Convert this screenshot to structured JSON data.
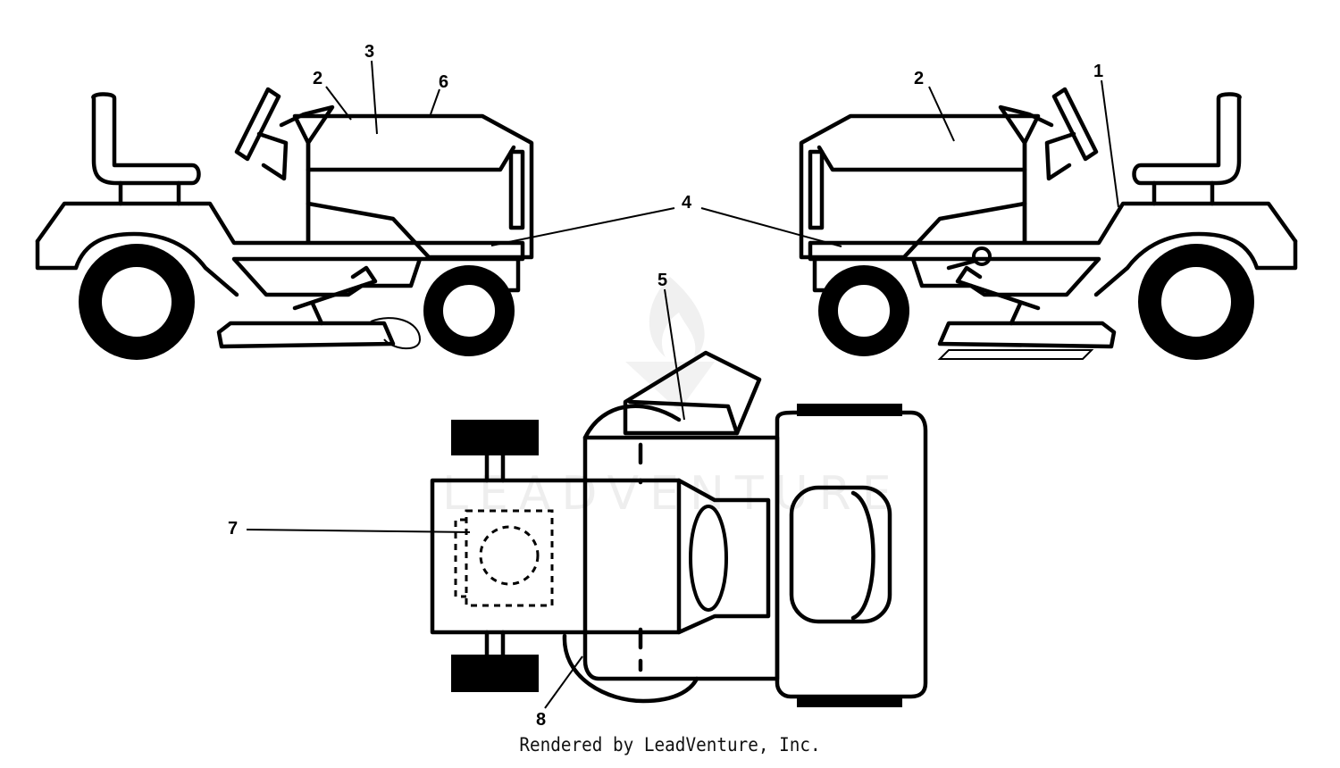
{
  "watermark": "LEADVENTURE",
  "callouts": {
    "c1": "1",
    "c2_left": "2",
    "c2_right": "2",
    "c3": "3",
    "c4": "4",
    "c5": "5",
    "c6": "6",
    "c7": "7",
    "c8": "8"
  },
  "footer": "Rendered by LeadVenture, Inc.",
  "colors": {
    "line": "#000000",
    "background": "#ffffff",
    "watermark": "#eeeeee"
  }
}
